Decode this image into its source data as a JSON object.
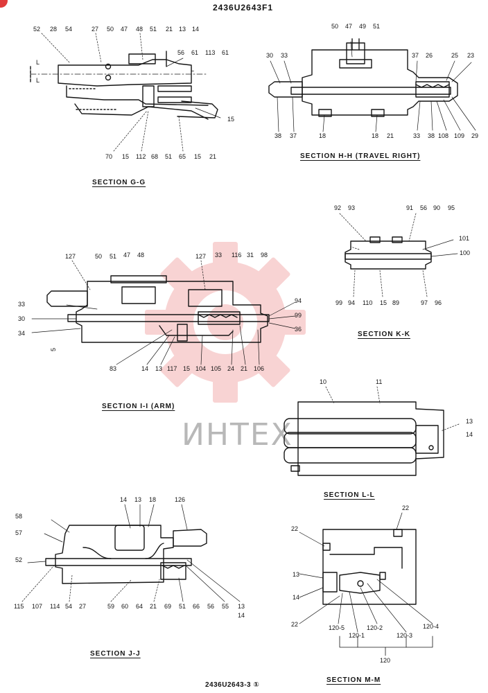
{
  "document": {
    "title": "2436U2643F1",
    "footer": "2436U2643-3 ①"
  },
  "colors": {
    "ink": "#141414",
    "watermark": "#e03b3b",
    "background": "#ffffff"
  },
  "watermark": {
    "text": "ИНТЕХ",
    "icon": "gear-icon"
  },
  "sections": {
    "gg": {
      "caption": "SECTION G-G",
      "top_callouts": [
        "52",
        "28",
        "54",
        "27",
        "50",
        "47",
        "48",
        "51",
        "21",
        "13",
        "14"
      ],
      "right_callouts": [
        "56",
        "61",
        "113",
        "61"
      ],
      "side_label": "L",
      "side_callouts": [
        "15"
      ],
      "bottom_callouts": [
        "70",
        "15",
        "112",
        "68",
        "51",
        "65",
        "15",
        "21"
      ]
    },
    "hh": {
      "caption": "SECTION H-H (TRAVEL RIGHT)",
      "top_callouts": [
        "50",
        "47",
        "49",
        "51"
      ],
      "left_callouts": [
        "30",
        "33"
      ],
      "right_callouts": [
        "37",
        "26",
        "25",
        "23"
      ],
      "bottom_callouts": [
        "38",
        "37",
        "18",
        "18",
        "21",
        "33",
        "38",
        "108",
        "109",
        "29"
      ]
    },
    "ii": {
      "caption": "SECTION I-I (ARM)",
      "top_callouts": [
        "127",
        "50",
        "51",
        "47",
        "48",
        "127",
        "33",
        "116",
        "31",
        "98"
      ],
      "left_callouts": [
        "33",
        "30",
        "34"
      ],
      "right_callouts": [
        "94",
        "99",
        "36"
      ],
      "stray_label": "5",
      "bottom_callouts": [
        "83",
        "14",
        "13",
        "117",
        "15",
        "104",
        "105",
        "24",
        "21",
        "106"
      ]
    },
    "kk": {
      "caption": "SECTION K-K",
      "top_callouts": [
        "92",
        "93",
        "91",
        "56",
        "90",
        "95"
      ],
      "right_callouts": [
        "101",
        "100"
      ],
      "bottom_callouts": [
        "99",
        "94",
        "110",
        "15",
        "89",
        "97",
        "96"
      ]
    },
    "ll": {
      "caption": "SECTION L-L",
      "top_callouts": [
        "10",
        "11"
      ],
      "right_callouts": [
        "13",
        "14"
      ]
    },
    "jj": {
      "caption": "SECTION J-J",
      "top_callouts": [
        "14",
        "13",
        "18",
        "126"
      ],
      "left_callouts": [
        "58",
        "57",
        "52"
      ],
      "bottom_callouts": [
        "115",
        "107",
        "114",
        "54",
        "27",
        "59",
        "60",
        "64",
        "21",
        "69",
        "51",
        "66",
        "56",
        "55",
        "13"
      ],
      "extra_callout": "14"
    },
    "mm": {
      "caption": "SECTION M-M",
      "callouts": [
        "22",
        "22",
        "13",
        "14",
        "22"
      ],
      "bottom_callouts": [
        "120-5",
        "120-1",
        "120-2",
        "120-3",
        "120-4"
      ],
      "group_label": "120"
    }
  }
}
